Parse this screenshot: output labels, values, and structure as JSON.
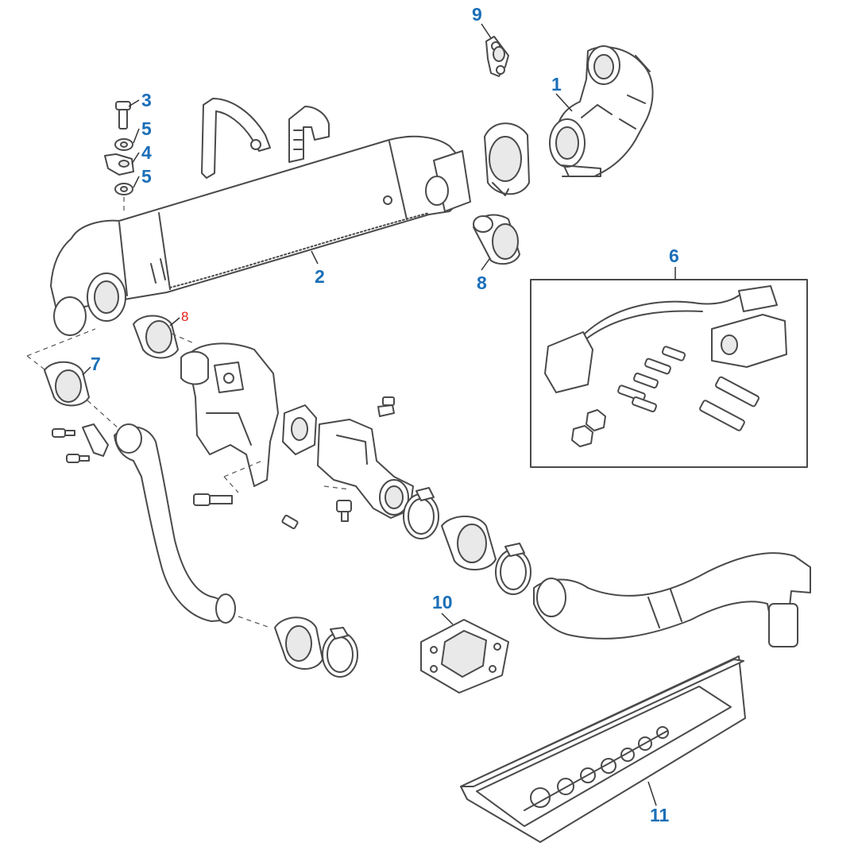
{
  "diagram": {
    "callouts": [
      {
        "id": "c1",
        "text": "1"
      },
      {
        "id": "c2",
        "text": "2"
      },
      {
        "id": "c3",
        "text": "3"
      },
      {
        "id": "c4",
        "text": "4"
      },
      {
        "id": "c5a",
        "text": "5"
      },
      {
        "id": "c5b",
        "text": "5"
      },
      {
        "id": "c6",
        "text": "6"
      },
      {
        "id": "c7",
        "text": "7"
      },
      {
        "id": "c8a",
        "text": "8"
      },
      {
        "id": "c8b",
        "text": "8"
      },
      {
        "id": "c9",
        "text": "9"
      },
      {
        "id": "c10",
        "text": "10"
      },
      {
        "id": "c11",
        "text": "11"
      }
    ],
    "colors": {
      "callout": "#1b6fb8",
      "callout_highlight": "#e0201b",
      "line": "#4a4a4a",
      "background": "#ffffff"
    }
  }
}
